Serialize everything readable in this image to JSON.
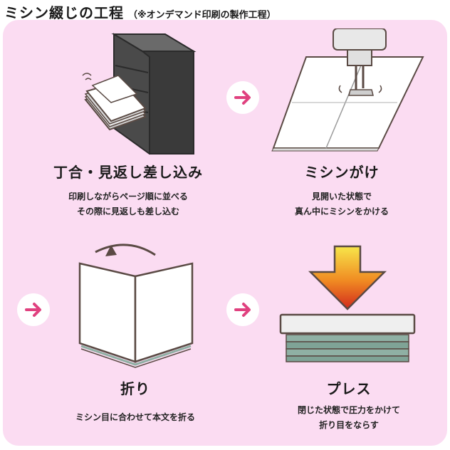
{
  "header": {
    "title": "ミシン綴じの工程",
    "subtitle": "（※オンデマンド印刷の製作工程）"
  },
  "steps": [
    {
      "label": "丁合・見返し差し込み",
      "desc_line1": "印刷しながらページ順に並べる",
      "desc_line2": "その際に見返しも差し込む"
    },
    {
      "label": "ミシンがけ",
      "desc_line1": "見開いた状態で",
      "desc_line2": "真ん中にミシンをかける"
    },
    {
      "label": "折り",
      "desc_line1": "ミシン目に合わせて本文を折る"
    },
    {
      "label": "プレス",
      "desc_line1": "閉じた状態で圧力をかけて",
      "desc_line2": "折り目をならす"
    }
  ],
  "colors": {
    "panel": "#fbdcf2",
    "arrow": "#e0417f",
    "press_top": "#f7e64a",
    "press_bottom": "#d22a1d",
    "stack": "#8fb0a4"
  }
}
